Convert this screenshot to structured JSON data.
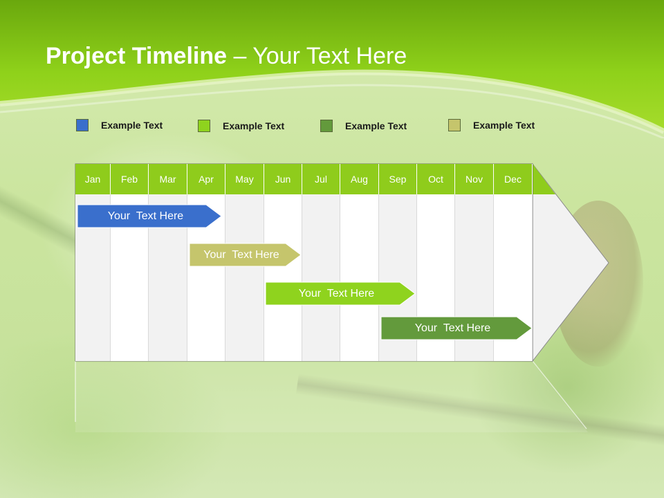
{
  "title": {
    "bold": "Project Timeline",
    "rest": " – Your Text Here"
  },
  "legend": [
    {
      "label": "Example Text",
      "color": "#3a6fcc"
    },
    {
      "label": "Example Text",
      "color": "#8fd31e"
    },
    {
      "label": "Example Text",
      "color": "#639a3c"
    },
    {
      "label": "Example Text",
      "color": "#c5c56c"
    }
  ],
  "months": [
    "Jan",
    "Feb",
    "Mar",
    "Apr",
    "May",
    "Jun",
    "Jul",
    "Aug",
    "Sep",
    "Oct",
    "Nov",
    "Dec"
  ],
  "tasks": [
    {
      "label": "Your  Text Here",
      "color": "#3a6fcc",
      "text_color": "#ffffff"
    },
    {
      "label": "Your  Text Here",
      "color": "#c5c56c",
      "text_color": "#ffffff"
    },
    {
      "label": "Your  Text Here",
      "color": "#8fd31e",
      "text_color": "#ffffff"
    },
    {
      "label": "Your  Text Here",
      "color": "#639a3c",
      "text_color": "#ffffff"
    }
  ],
  "colors": {
    "header_green": "#8fcc1c",
    "header_dark": "#6aa80d",
    "column_light": "#f2f2f2",
    "column_white": "#ffffff"
  }
}
